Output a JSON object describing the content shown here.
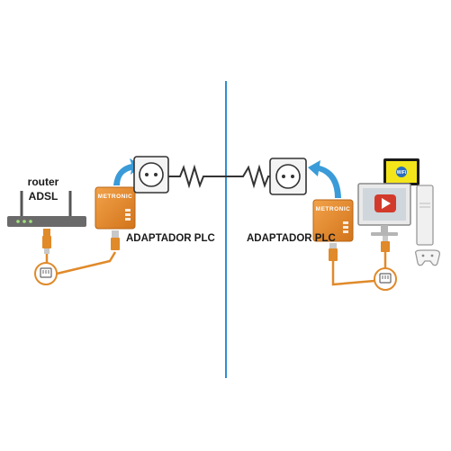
{
  "labels": {
    "router_line1": "router",
    "router_line2": "ADSL",
    "adapter_left": "ADAPTADOR PLC",
    "adapter_right": "ADAPTADOR PLC",
    "brand_left": "METRONIC",
    "brand_right": "METRONIC",
    "tv_badge": "WiFi"
  },
  "colors": {
    "divider": "#2f8fd0",
    "cable": "#e08a2a",
    "adapter": "#e58b2c",
    "arrow": "#3a9bd8",
    "wire": "#333333",
    "tv_screen_bg": "#f3e51a",
    "play_button": "#d23b2b"
  },
  "icons": {
    "router": "router-icon",
    "adapter": "plc-adapter-icon",
    "socket": "wall-socket-icon",
    "ethernet": "ethernet-plug-icon",
    "computer": "computer-icon",
    "tv": "tv-icon",
    "console": "game-console-icon"
  }
}
